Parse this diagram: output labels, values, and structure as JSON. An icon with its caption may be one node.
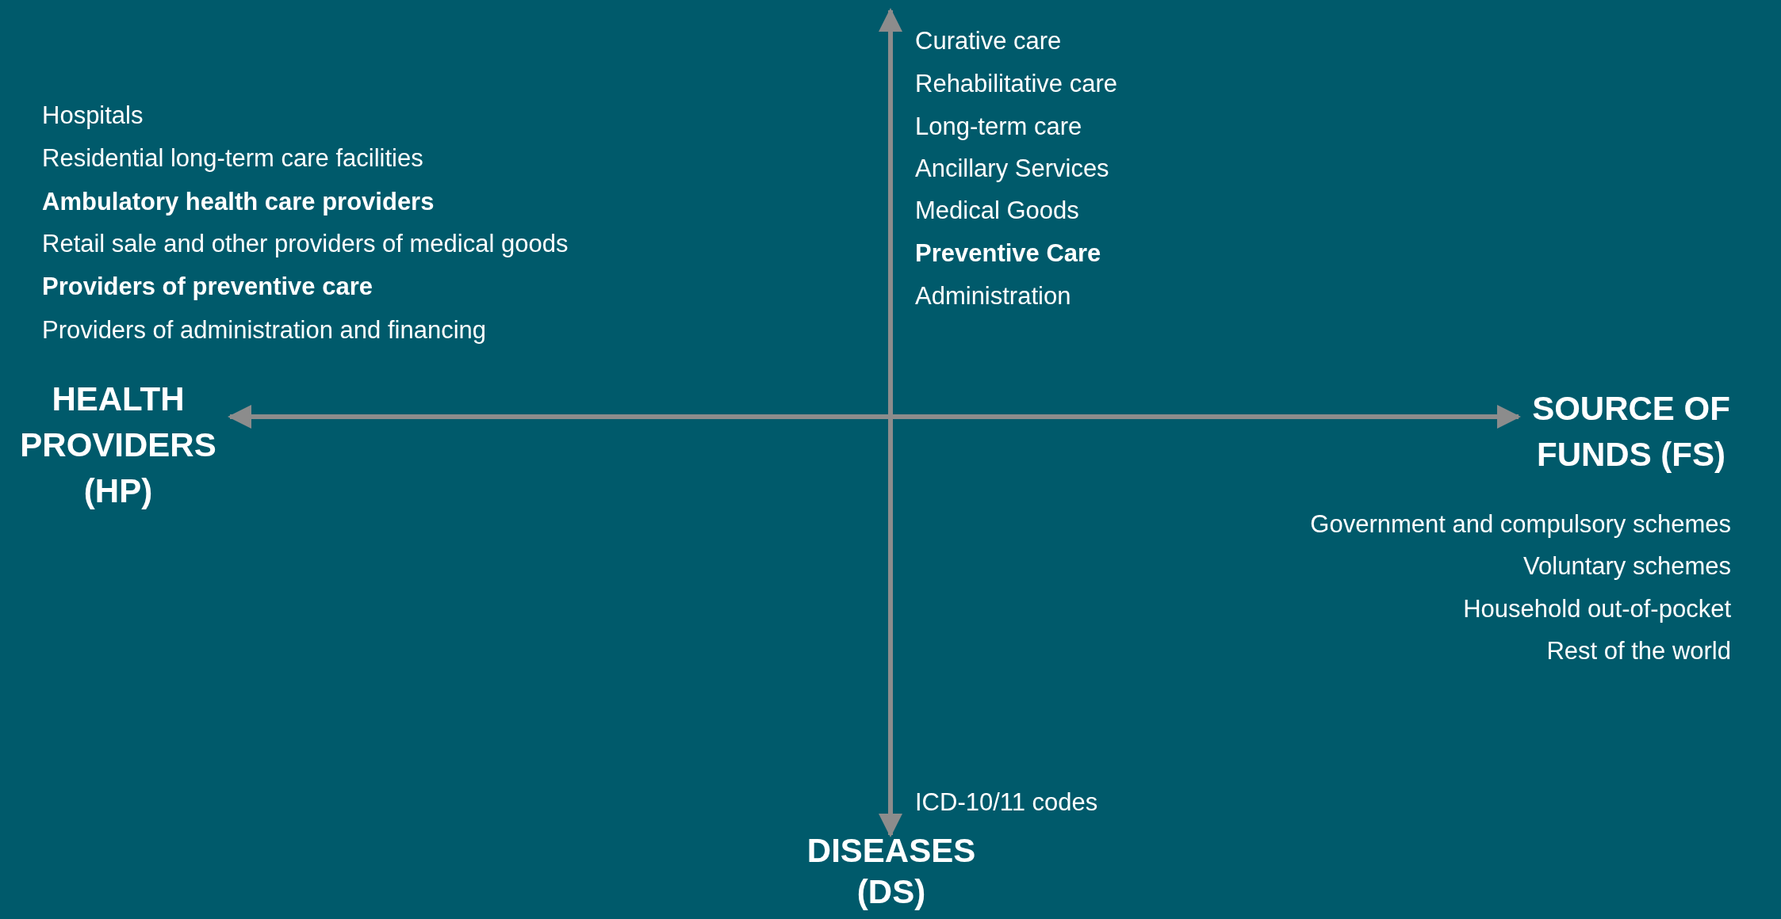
{
  "diagram": {
    "labels": [
      "Curative care",
      "Rehabilitative care",
      "Long-term care",
      "Ancillary Services",
      "Medical Goods",
      "Preventive Care",
      "Administration",
      "Hospitals",
      "Residential long-term care facilities",
      "Ambulatory health care providers",
      "Retail sale and other providers of medical goods",
      "Providers of preventive care",
      "Providers of administration and financing",
      "HEALTH PROVIDERS (HP)",
      "SOURCE OF FUNDS (FS)",
      "Government and compulsory schemes",
      "Voluntary schemes",
      "Household out-of-pocket",
      "Rest of the world",
      "ICD-10/11 codes",
      "DISEASES (DS)"
    ]
  }
}
